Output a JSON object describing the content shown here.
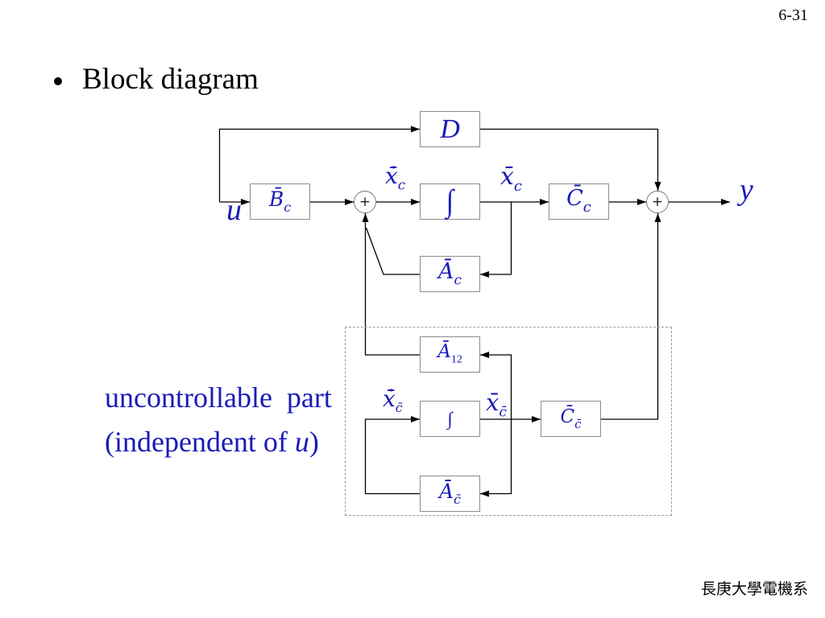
{
  "page_number": "6-31",
  "heading": "Block diagram",
  "footer": "長庚大學電機系",
  "colors": {
    "math_text": "#1a1ab8",
    "block_border": "#8c8c8c",
    "wire": "#000000"
  },
  "diagram": {
    "input": "u",
    "output": "y",
    "blocks": {
      "D": {
        "symbol": "D"
      },
      "Bc": {
        "symbol": "B̄",
        "sub": "c"
      },
      "integrator_c": {
        "symbol": "∫"
      },
      "Cc": {
        "symbol": "C̄",
        "sub": "c"
      },
      "Ac": {
        "symbol": "Ā",
        "sub": "c"
      },
      "A12": {
        "symbol": "Ā",
        "sub": "12"
      },
      "integrator_cbar": {
        "symbol": "∫"
      },
      "Ccbar": {
        "symbol": "C̄",
        "sub": "c̄"
      },
      "Acbar": {
        "symbol": "Ā",
        "sub": "c̄"
      }
    },
    "summing_junctions": {
      "inner": "+",
      "output": "+"
    },
    "signals": {
      "xdot_c": {
        "symbol": "x̄̇",
        "sub": "c"
      },
      "x_c": {
        "symbol": "x̄",
        "sub": "c"
      },
      "xdot_cbar": {
        "symbol": "x̄̇",
        "sub": "c̄"
      },
      "x_cbar": {
        "symbol": "x̄",
        "sub": "c̄"
      }
    }
  },
  "annotation": {
    "line1": "uncontrollable  part",
    "line2_before": "(independent of ",
    "line2_var": "u",
    "line2_after": ")"
  }
}
